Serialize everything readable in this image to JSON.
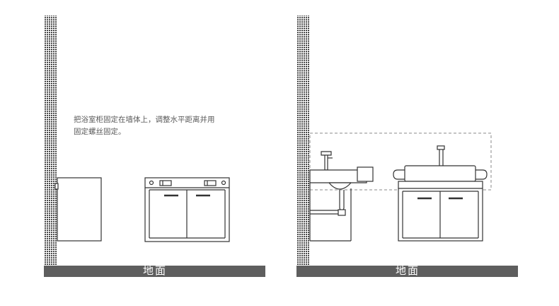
{
  "diagram": {
    "left_panel": {
      "instruction_line1": "把浴室柜固定在墙体上，调整水平距离并用",
      "instruction_line2": "固定螺丝固定。",
      "floor_label": "地面"
    },
    "right_panel": {
      "floor_label": "地面"
    }
  },
  "colors": {
    "line": "#333333",
    "floor": "#5e5e5e",
    "wall_pattern": "#4a4a4a",
    "dashed": "#8a8a8a",
    "cabinet_fill": "#ffffff"
  }
}
